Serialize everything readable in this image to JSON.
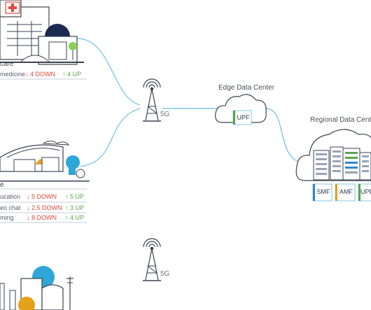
{
  "sections": {
    "healthcare": {
      "title": "care",
      "rows": [
        {
          "label": "medicine",
          "down": "4 DOWN",
          "up": "4 UP"
        }
      ]
    },
    "campus": {
      "title": "e",
      "rows": [
        {
          "label": "ucation",
          "down": "5 DOWN",
          "up": "5 UP"
        },
        {
          "label": "eo chat",
          "down": "2.5 DOWN",
          "up": "3 UP"
        },
        {
          "label": "ming",
          "down": "8 DOWN",
          "up": "4 UP"
        }
      ]
    }
  },
  "towers": [
    {
      "label": "5G"
    },
    {
      "label": "5G"
    }
  ],
  "edge": {
    "caption": "Edge Data Center",
    "functions": [
      "UPF"
    ]
  },
  "regional": {
    "caption": "Regional Data Cent",
    "functions": [
      "SMF",
      "AMF",
      "UPF"
    ]
  },
  "colors": {
    "link": "#7fc8e8",
    "accent_green": "#57a64a",
    "accent_yellow": "#e3a21a",
    "accent_blue": "#2f86c8",
    "accent_red": "#e0473b"
  },
  "icons": [
    "hospital-icon",
    "campus-icon",
    "factory-icon",
    "cell-tower-icon",
    "cloud-icon",
    "server-rack-icon",
    "down-arrow-icon",
    "up-arrow-icon"
  ]
}
